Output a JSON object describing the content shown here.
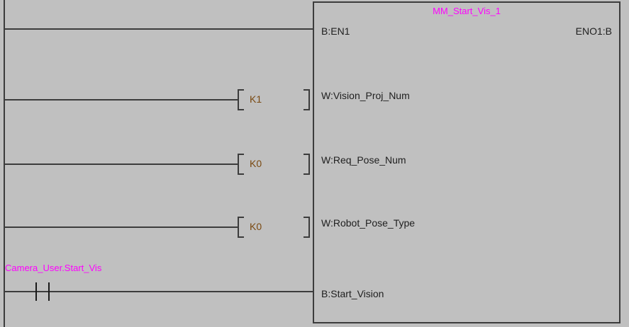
{
  "editor": {
    "background_color": "#c0c0c0",
    "wire_color": "#3c3c3c",
    "tag_color": "#ff00ff",
    "literal_color": "#7a4a12",
    "pin_text_color": "#202020"
  },
  "function_block": {
    "instance_name": "MM_Start_Vis_1",
    "enable_in_pin": "B:EN1",
    "enable_out_pin": "ENO1:B",
    "input_pins": [
      {
        "label": "W:Vision_Proj_Num",
        "operand": "K1"
      },
      {
        "label": "W:Req_Pose_Num",
        "operand": "K0"
      },
      {
        "label": "W:Robot_Pose_Type",
        "operand": "K0"
      },
      {
        "label": "B:Start_Vision",
        "operand": ""
      }
    ]
  },
  "rungs": [
    {
      "index": 1,
      "element": "wire",
      "target_pin": "B:EN1"
    },
    {
      "index": 2,
      "element": "literal",
      "value": "K1",
      "target_pin": "W:Vision_Proj_Num"
    },
    {
      "index": 3,
      "element": "literal",
      "value": "K0",
      "target_pin": "W:Req_Pose_Num"
    },
    {
      "index": 4,
      "element": "literal",
      "value": "K0",
      "target_pin": "W:Robot_Pose_Type"
    },
    {
      "index": 5,
      "element": "contact-no",
      "tag": "Camera_User.Start_Vis",
      "target_pin": "B:Start_Vision"
    }
  ],
  "contact": {
    "tag": "Camera_User.Start_Vis",
    "type": "normally-open"
  }
}
